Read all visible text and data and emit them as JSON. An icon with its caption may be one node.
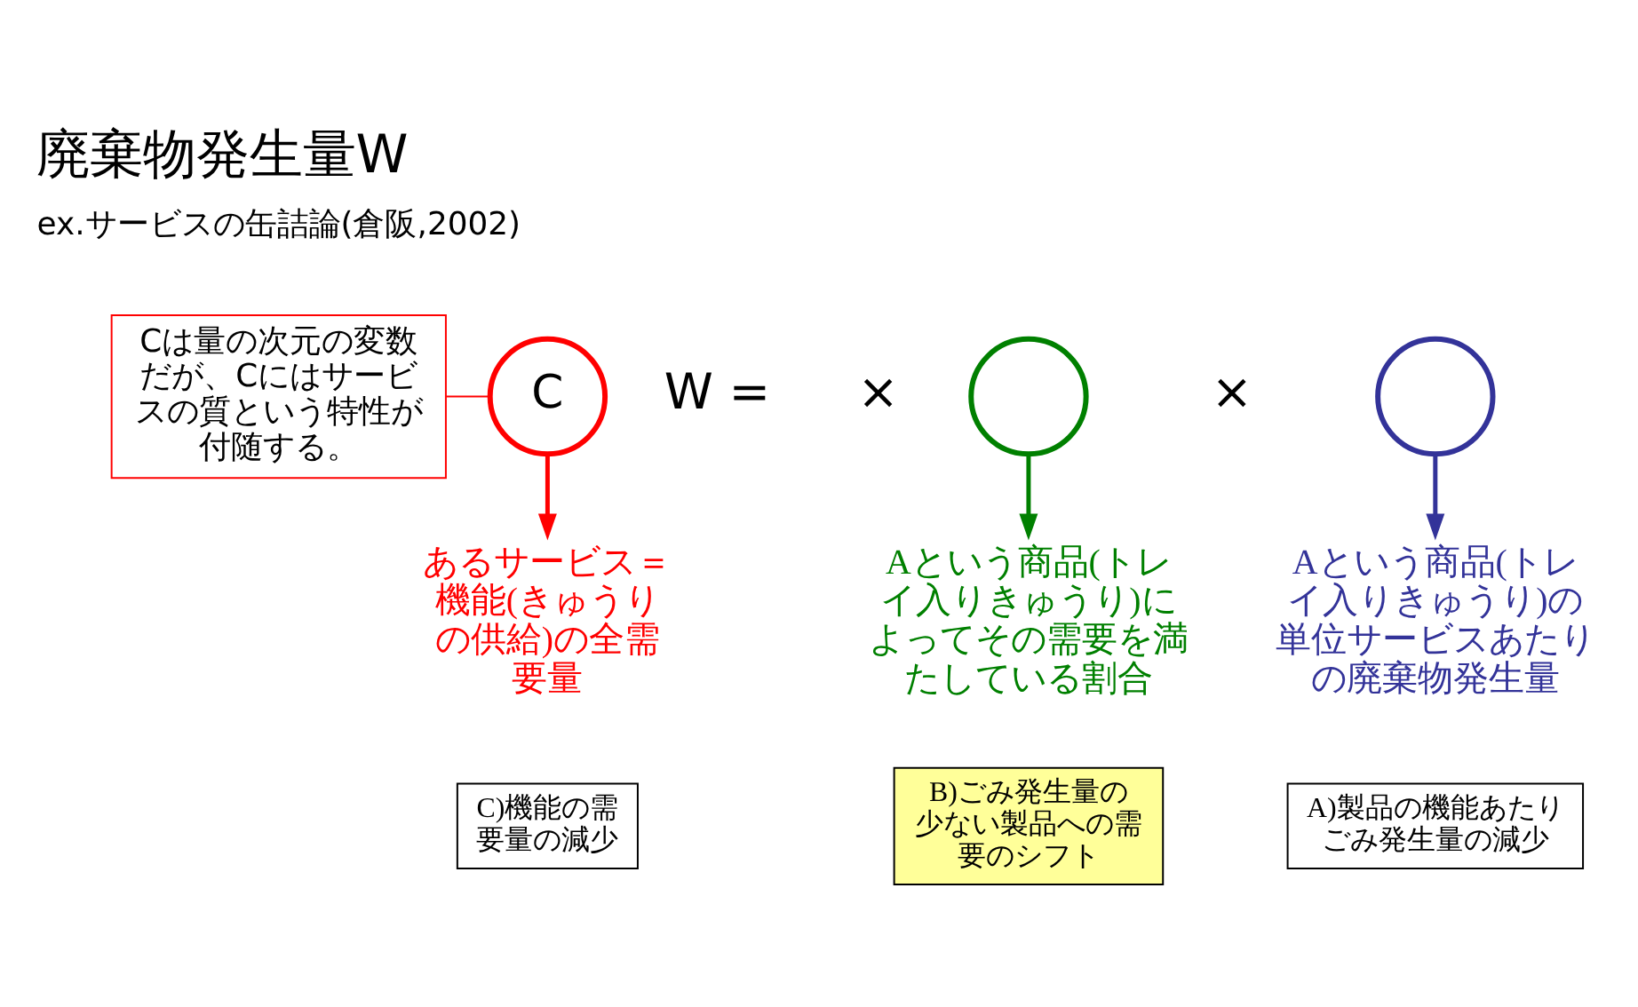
{
  "diagram": {
    "title": "廃棄物発生量W",
    "nodes": [
      {
        "text": [
          "C"
        ]
      },
      {
        "text": [],
        "shape": "circle"
      },
      {
        "text": [],
        "shape": "circle"
      },
      {
        "text": [
          "Cは量の次元の変数だが、Cにはサービスの質という特性が付随する。"
        ]
      },
      {
        "text": [
          "あるサービス＝機能(きゅうりの供給)の全需要量"
        ]
      },
      {
        "text": [
          "Aという商品(トレイ入りきゅうり)によってその需要を満たしている割合"
        ]
      },
      {
        "text": [
          "Aという商品(トレイ入りきゅうり)の単位サービスあたりの廃棄物発生量"
        ]
      },
      {
        "text": [
          "C)機能の需要量の減少"
        ]
      },
      {
        "text": [
          "B)ごみ発生量の少ない製品への需要のシフト"
        ]
      },
      {
        "text": [
          "A)製品の機能あたりごみ発生量の減少"
        ]
      }
    ],
    "edges": [
      {
        "from": 3,
        "to": 0,
        "arrow": "none",
        "color": "#ff0000"
      },
      {
        "from": 0,
        "to": 4,
        "arrow": "to",
        "color": "#ff0000"
      },
      {
        "from": 1,
        "to": 5,
        "arrow": "to",
        "color": "#008000"
      },
      {
        "from": 2,
        "to": 6,
        "arrow": "to",
        "color": "#333399"
      }
    ],
    "labels": [
      "ex.サービスの缶詰論(倉阪,2002)",
      "W =",
      "×",
      "×"
    ]
  }
}
